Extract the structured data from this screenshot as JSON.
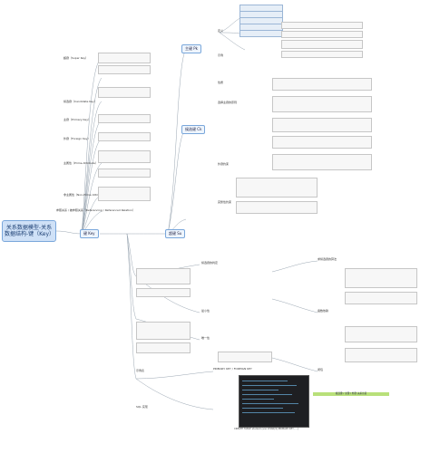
{
  "root": {
    "title": "关系数据模型-关系数据结构-键（Key）"
  },
  "hubs": {
    "key": "键 Key",
    "super_key": "超键 Su",
    "primary": "主键 Pk",
    "candidate": "候选键 Ck"
  },
  "left_nodes": [
    {
      "label": "超键（Super Key）"
    },
    {
      "label": "候选键（Candidate Key）"
    },
    {
      "label": "主键（Primary Key）"
    },
    {
      "label": "外键（Foreign Key）"
    },
    {
      "label": "主属性（Prime Attribute）"
    },
    {
      "label": "非主属性（Non-Prime Attribute）"
    },
    {
      "label": "参照关系 / 被参照关系（Referencing / Referenced Relation）"
    }
  ],
  "right_nodes": {
    "top": [
      {
        "label": "定义"
      },
      {
        "label": "示例"
      },
      {
        "label": "性质"
      },
      {
        "label": "选择主键的原则"
      },
      {
        "label": "外键约束"
      },
      {
        "label": "完整性约束"
      }
    ],
    "middle": [
      {
        "label": "候选键的判定"
      },
      {
        "label": "最小性"
      },
      {
        "label": "唯一性"
      },
      {
        "label": "求候选键的算法"
      },
      {
        "label": "函数依赖"
      },
      {
        "label": "闭包"
      }
    ],
    "bottom": [
      {
        "label": "示例表"
      },
      {
        "label": "SQL 实现"
      },
      {
        "label": "PRIMARY KEY / FOREIGN KEY"
      }
    ]
  },
  "code_caption": "CREATE TABLE student (sno CHAR(9) PRIMARY KEY, ...)",
  "highlight_tag": "候选键 / 主键 / 外键 关系示意"
}
